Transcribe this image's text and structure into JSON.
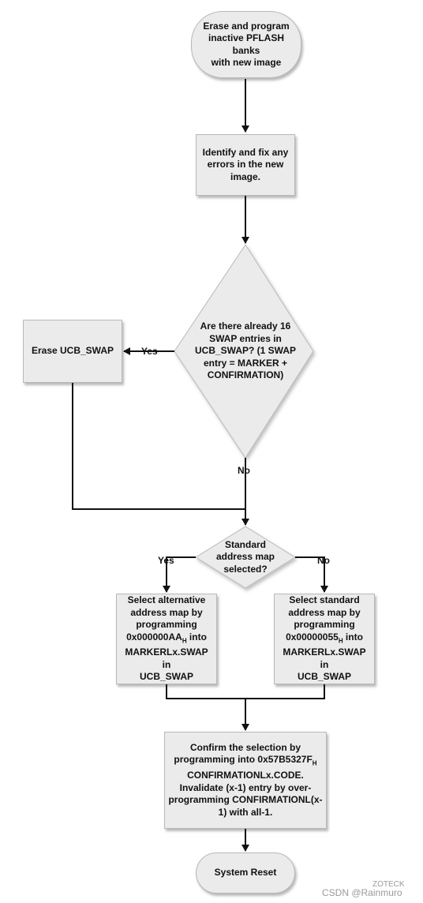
{
  "flowchart": {
    "start": [
      "Erase and program",
      "inactive PFLASH banks",
      "with new image"
    ],
    "identify": [
      "Identify and fix any",
      "errors in the new",
      "image."
    ],
    "decision1": [
      "Are there already 16",
      "SWAP entries in",
      "UCB_SWAP? (1 SWAP",
      "entry = MARKER +",
      "CONFIRMATION)"
    ],
    "erase": "Erase UCB_SWAP",
    "decision2": [
      "Standard",
      "address map",
      "selected?"
    ],
    "select_alt": {
      "l1": "Select alternative",
      "l2": "address map by",
      "l3": "programming",
      "l4_main": "0x000000AA",
      "l4_sub": "H",
      "l4_tail": " into",
      "l5": "MARKERLx.SWAP in",
      "l6": "UCB_SWAP"
    },
    "select_std": {
      "l1": "Select standard",
      "l2": "address map by",
      "l3": "programming",
      "l4_main": "0x00000055",
      "l4_sub": "H",
      "l4_tail": " into",
      "l5": "MARKERLx.SWAP in",
      "l6": "UCB_SWAP"
    },
    "confirm": {
      "l1": "Confirm the selection by",
      "l2_main": "programming into 0x57B5327F",
      "l2_sub": "H",
      "l3": "CONFIRMATIONLx.CODE.",
      "l4": "Invalidate (x-1) entry by over-",
      "l5": "programming CONFIRMATIONL(x-",
      "l6": "1) with all-1."
    },
    "end": "System Reset",
    "labels": {
      "yes1": "Yes",
      "no1": "No",
      "yes2": "Yes",
      "no2": "No"
    }
  },
  "watermark": {
    "logo": "ZOTECK",
    "credit": "CSDN @Rainmuro"
  }
}
